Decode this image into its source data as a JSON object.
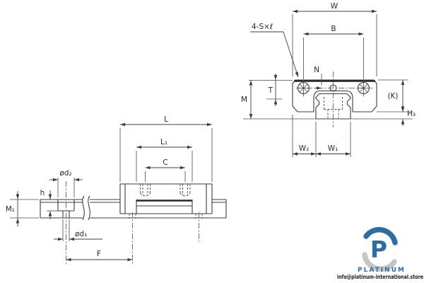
{
  "labels": {
    "w": "W",
    "four_s": "4-S×ℓ",
    "b": "B",
    "n": "N",
    "t": "T",
    "m": "M",
    "k": "(K)",
    "h3": "H₃",
    "w2": "W₂",
    "w1": "W₁",
    "l": "L",
    "l1": "L₁",
    "c": "C",
    "od2": "ød₂",
    "h": "h",
    "m1": "M₁",
    "od1": "ød₁",
    "f": "F"
  },
  "watermark": {
    "brand": "PLATINUM",
    "logo_letter": "P",
    "email": "info@platinum-international.store"
  },
  "colors": {
    "background": "#ffffff",
    "drawing_line": "#3c3c3c",
    "label_text": "#2b2b2b",
    "brand_blue": "#2e6da4",
    "swirl_gray": "#c6c6c3",
    "email_text": "#1b1b1b"
  }
}
